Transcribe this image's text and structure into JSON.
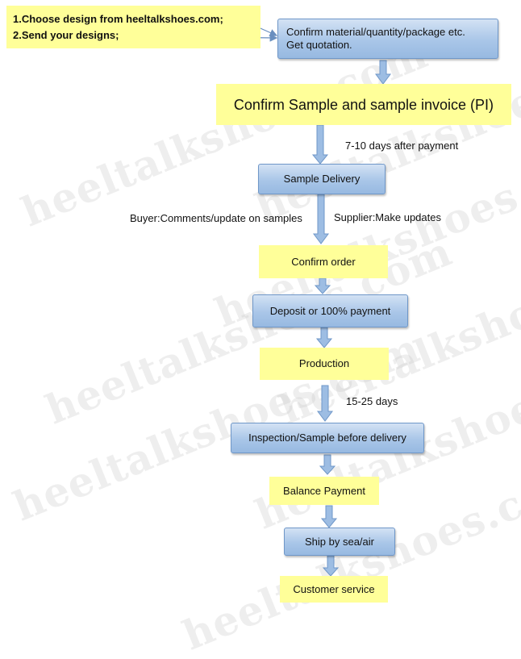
{
  "watermark": "heeltalkshoes.com",
  "intro": {
    "line1": "1.Choose design from heeltalkshoes.com;",
    "line2": "2.Send your designs;"
  },
  "steps": {
    "quote": {
      "line1": "Confirm material/quantity/package etc.",
      "line2": "Get quotation."
    },
    "confirm_sample": "Confirm Sample and sample invoice (PI)",
    "sample_delivery": "Sample Delivery",
    "confirm_order": "Confirm order",
    "deposit": "Deposit or 100% payment",
    "production": "Production",
    "inspection": "Inspection/Sample before delivery",
    "balance": "Balance Payment",
    "ship": "Ship by sea/air",
    "customer_service": "Customer service"
  },
  "notes": {
    "sample_lead_time": "7-10 days after payment",
    "buyer_comments": "Buyer:Comments/update on samples",
    "supplier_updates": "Supplier:Make updates",
    "production_time": "15-25 days"
  },
  "colors": {
    "process_box": "#a9c6e8",
    "highlight_box": "#ffff99",
    "arrow": "#9dbde3"
  }
}
